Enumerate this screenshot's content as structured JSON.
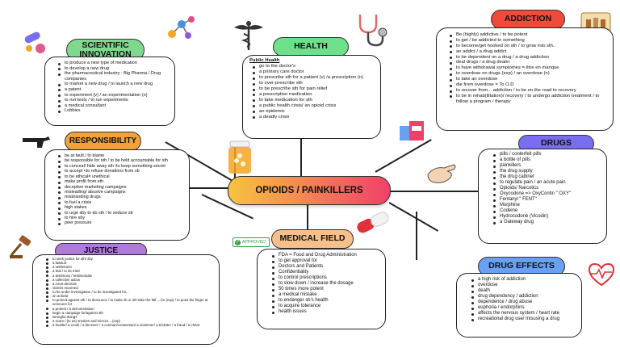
{
  "center": {
    "title": "OPIOIDS / PAINKILLERS"
  },
  "scientific_innovation": {
    "title": "SCIENTIFIC INNOVATION",
    "items": [
      "to produce a new type of medication",
      "to develop a new drug",
      "the pharmaceutical industry  : Big Pharma / Drug companies",
      "to market a new drug / to launch a new drug",
      "a patent",
      "to experiment (v) / an experimentation (n)",
      "to run tests / to run experiments",
      "a medical consultant",
      "Lobbies"
    ]
  },
  "health": {
    "title": "HEALTH",
    "subtitle": "Public Health",
    "items": [
      "go to the doctor's",
      "a primary care doctor",
      "to prescribe sth for a patient (v) /a prescription (n)",
      "to over-prescribe sth",
      "to be prescribe sth for pain relief",
      "a prescription medication",
      "to take medication for sth",
      "a public health crisis/ an opioid crisis",
      "an epidemic",
      "a deadly crisis"
    ]
  },
  "addiction": {
    "title": "ADDICTION",
    "items": [
      "Be (highly) addictive / to be potent",
      "to get / be addicted to something",
      " to become/get hooked on sth / to grow into sth..",
      "an addict / a drug addict",
      "to be dependent on a drug  / a drug addiction",
      "deal drugs / a drug dealer",
      "to have withdrawal symptomes = être en manque",
      "to overdose on drugs (exp) / an overdose (n)",
      "to take an overdose",
      "die from overdose = To O.D",
      "to recover from... addiction / to be on the road to recovery",
      "to be in rehab(ilitation)/ recovery / to undergo addiction treatment / to follow a program / therapy"
    ]
  },
  "responsibility": {
    "title": "RESPONSIBILITY",
    "items": [
      "be at fault / to blame",
      "be responsible for sth / to be held accountable for sth",
      "to conceal/ hide away sth /to keep something secret",
      "to accept <to refuse donations from sb",
      "to be ethical≠ unethical",
      "make profit from sth",
      "deceptive marketing campaigns",
      "misleading/ abusive campaigns",
      "misbranding drugs",
      "to fuel a crisis",
      "high stakes",
      "to urge sby to do sth / to seduce sb",
      "to hire sby",
      "peer pressure"
    ]
  },
  "drugs": {
    "title": "DRUGS",
    "items": [
      "pills  / conterfeit pills",
      "a bottle of pills",
      "painkillers",
      "the drug supply",
      "the drug cabinet",
      "to regulate pain / an acute pain",
      "Opioids/ Narcotics",
      "Oxycodone => OxyContin \" OXY\"",
      "Fentanyl \" FENT\"",
      "Morphine",
      "Codeine",
      "Hydrocodone (Vicodin)",
      "a Gateway drug"
    ]
  },
  "justice": {
    "title": "JUSTICE",
    "items": [
      "to seek justice for  sth/ sby",
      "a lawsuit",
      "a settlement",
      "a trial / to be tried",
      "a testimony / testimonials",
      "a collective action",
      "a court decision",
      "victims mourned",
      "to be under investigation / to be investigated for...",
      "an activist",
      "to protest against sth / to denounce / to make sb or sth take the fall ... for (exp) / to point the finger at someone for",
      "a protest / a demonstration",
      "begin a campaign for/against sth",
      "wrongful doings",
      " a scam / (to as) smokes and mirrors ...(exp)",
      "a hustler/ a crook / a deceiver / a conman/conwoman/ a scammer/ a trickster / a fraud / a cheat"
    ]
  },
  "medical_field": {
    "title": "MEDICAL FIELD",
    "badge": "APPROVED",
    "items": [
      "FDA = Food and Drug Administration",
      "to get approval for",
      "Doctors and Patients",
      "Confidentiality",
      "to control prescriptions",
      "to slow down / increase the dosage",
      "50 times more potent",
      "a medical mistake",
      "to endanger sb's health",
      "to acquire tolerance",
      "health issues"
    ]
  },
  "drug_effects": {
    "title": "DRUG EFFECTS",
    "items": [
      "a high risk of addiction",
      "overdose",
      "death",
      "drug dependency / addiction",
      "dependence / drug abuse",
      "euphoria / endorphins",
      "affects the nervous system / heart rate",
      "recreational drug use/ misusing a drug"
    ]
  },
  "colors": {
    "scientific_pill": "#7fd88e",
    "health_pill": "#6ce08a",
    "addiction_pill": "#f04a3a",
    "responsibility_pill": "#f2a23a",
    "drugs_pill": "#7a6ef0",
    "justice_pill": "#b07ad8",
    "medical_pill": "#f7c08a",
    "effects_pill": "#6aa0f0",
    "center_start": "#f7c440",
    "center_end": "#f0406a"
  }
}
